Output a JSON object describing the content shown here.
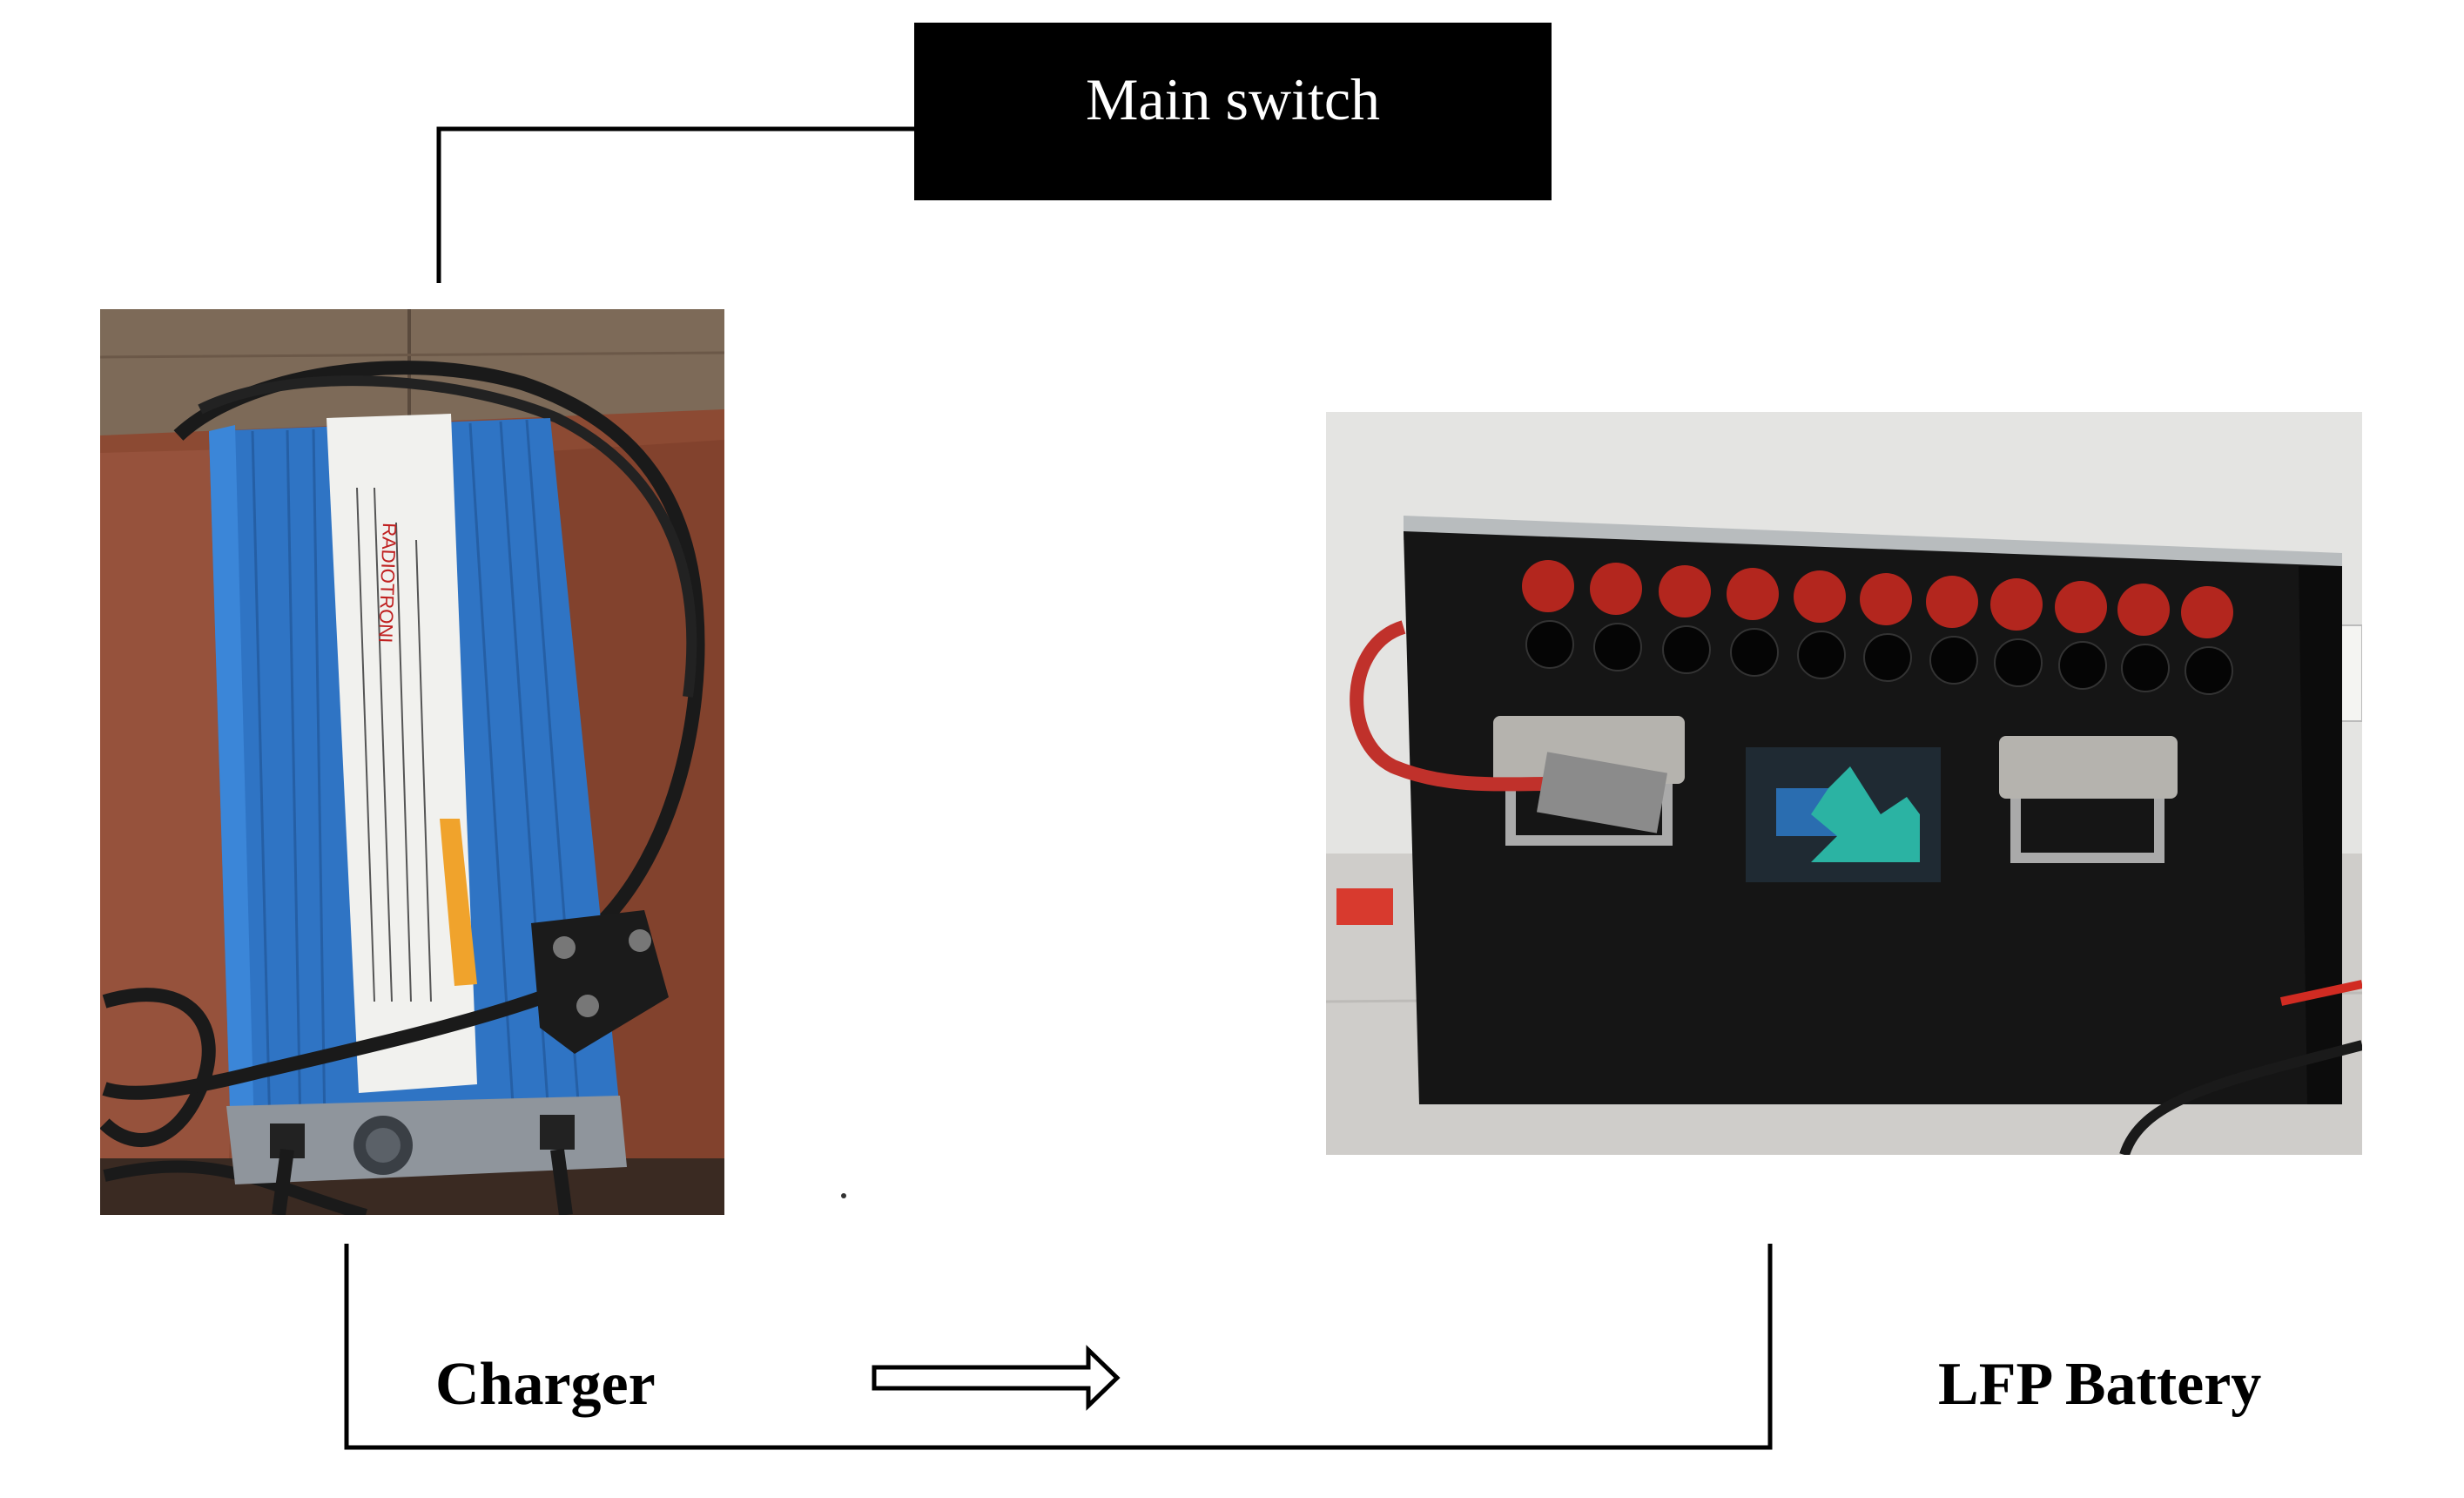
{
  "main_switch": {
    "label": "Main switch"
  },
  "charger": {
    "label": "Charger"
  },
  "battery": {
    "label": "LFP Battery"
  },
  "colors": {
    "charger_body": "#2f74c4",
    "battery_body": "#151515",
    "terminal_cap": "#b3261e",
    "logo_teal": "#2bb3a3",
    "logo_blue": "#2a6db0"
  }
}
